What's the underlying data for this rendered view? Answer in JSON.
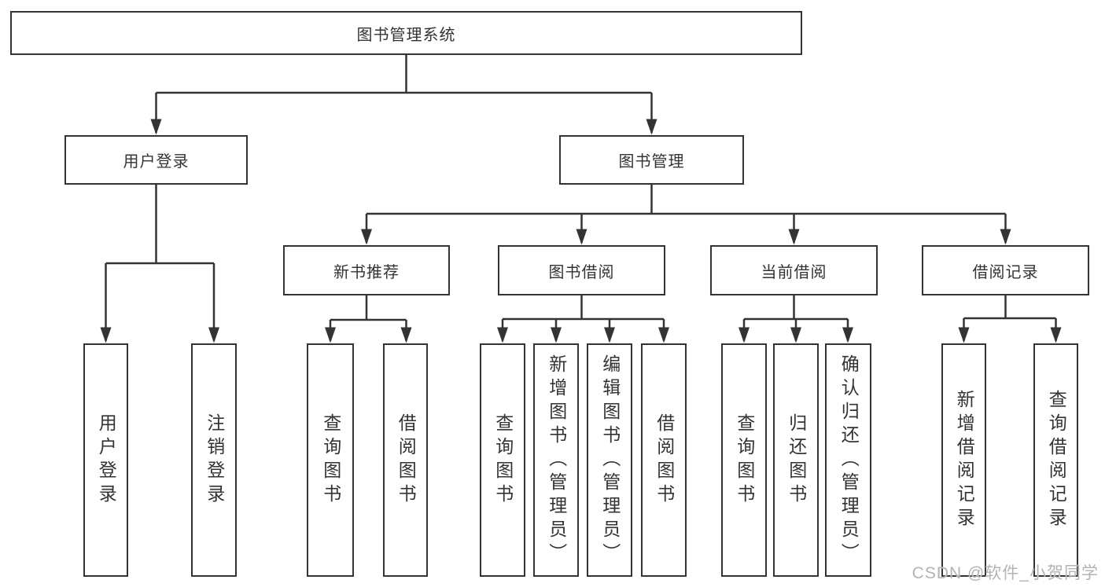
{
  "tree": {
    "label": "图书管理系统",
    "children": [
      {
        "label": "用户登录",
        "children": [
          {
            "label": "用户登录"
          },
          {
            "label": "注销登录"
          }
        ]
      },
      {
        "label": "图书管理",
        "children": [
          {
            "label": "新书推荐",
            "children": [
              {
                "label": "查询图书"
              },
              {
                "label": "借阅图书"
              }
            ]
          },
          {
            "label": "图书借阅",
            "children": [
              {
                "label": "查询图书"
              },
              {
                "label": "新增图书（管理员）"
              },
              {
                "label": "编辑图书（管理员）"
              },
              {
                "label": "借阅图书"
              }
            ]
          },
          {
            "label": "当前借阅",
            "children": [
              {
                "label": "查询图书"
              },
              {
                "label": "归还图书"
              },
              {
                "label": "确认归还（管理员）"
              }
            ]
          },
          {
            "label": "借阅记录",
            "children": [
              {
                "label": "新增借阅记录"
              },
              {
                "label": "查询借阅记录"
              }
            ]
          }
        ]
      }
    ]
  },
  "watermark": {
    "text": "CSDN @软件_小贺同学"
  },
  "colors": {
    "line": "#333333",
    "box_border": "#333333",
    "text": "#333333",
    "watermark": "#b3b3b3",
    "background": "#ffffff"
  }
}
